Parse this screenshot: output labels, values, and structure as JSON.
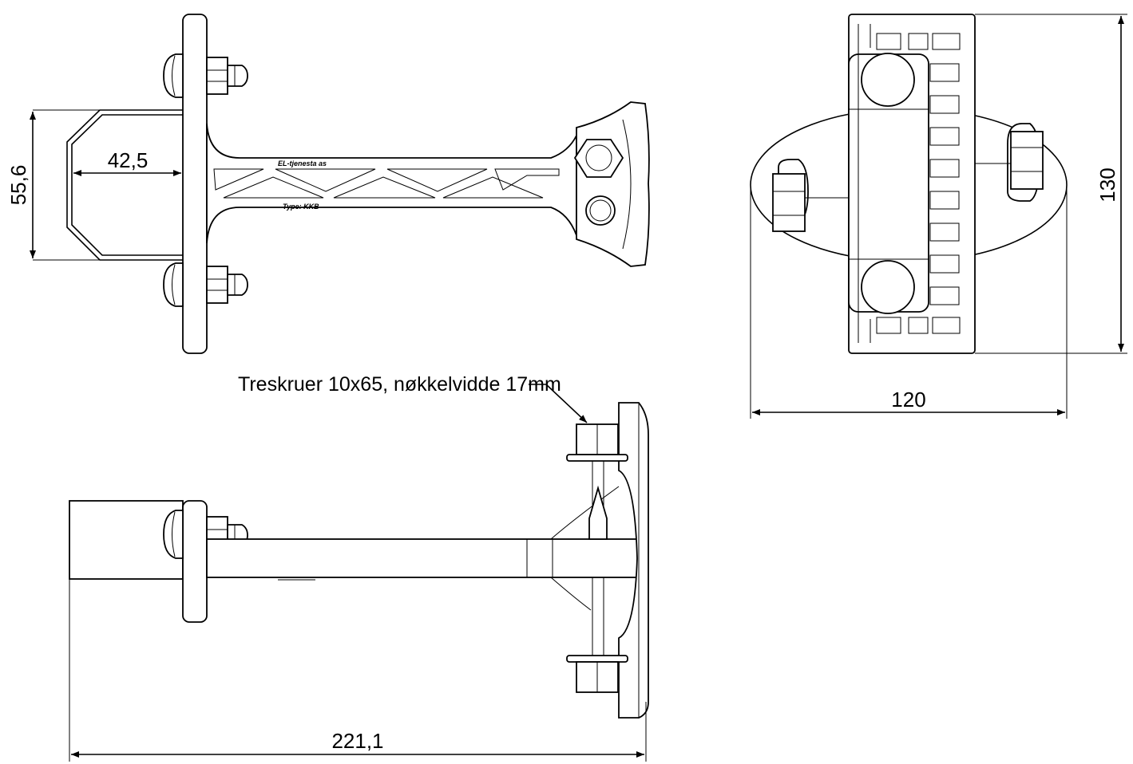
{
  "dimensions": {
    "bracket_height": "55,6",
    "bracket_depth": "42,5",
    "width_top_view": "120",
    "height_top_view": "130",
    "overall_length": "221,1"
  },
  "callout": {
    "screw_note": "Treskruer 10x65, nøkkelvidde 17mm"
  },
  "part_markings": {
    "maker": "EL-tjenesta as",
    "type": "Type: KKB"
  },
  "colors": {
    "line": "#000000",
    "background": "#ffffff"
  }
}
